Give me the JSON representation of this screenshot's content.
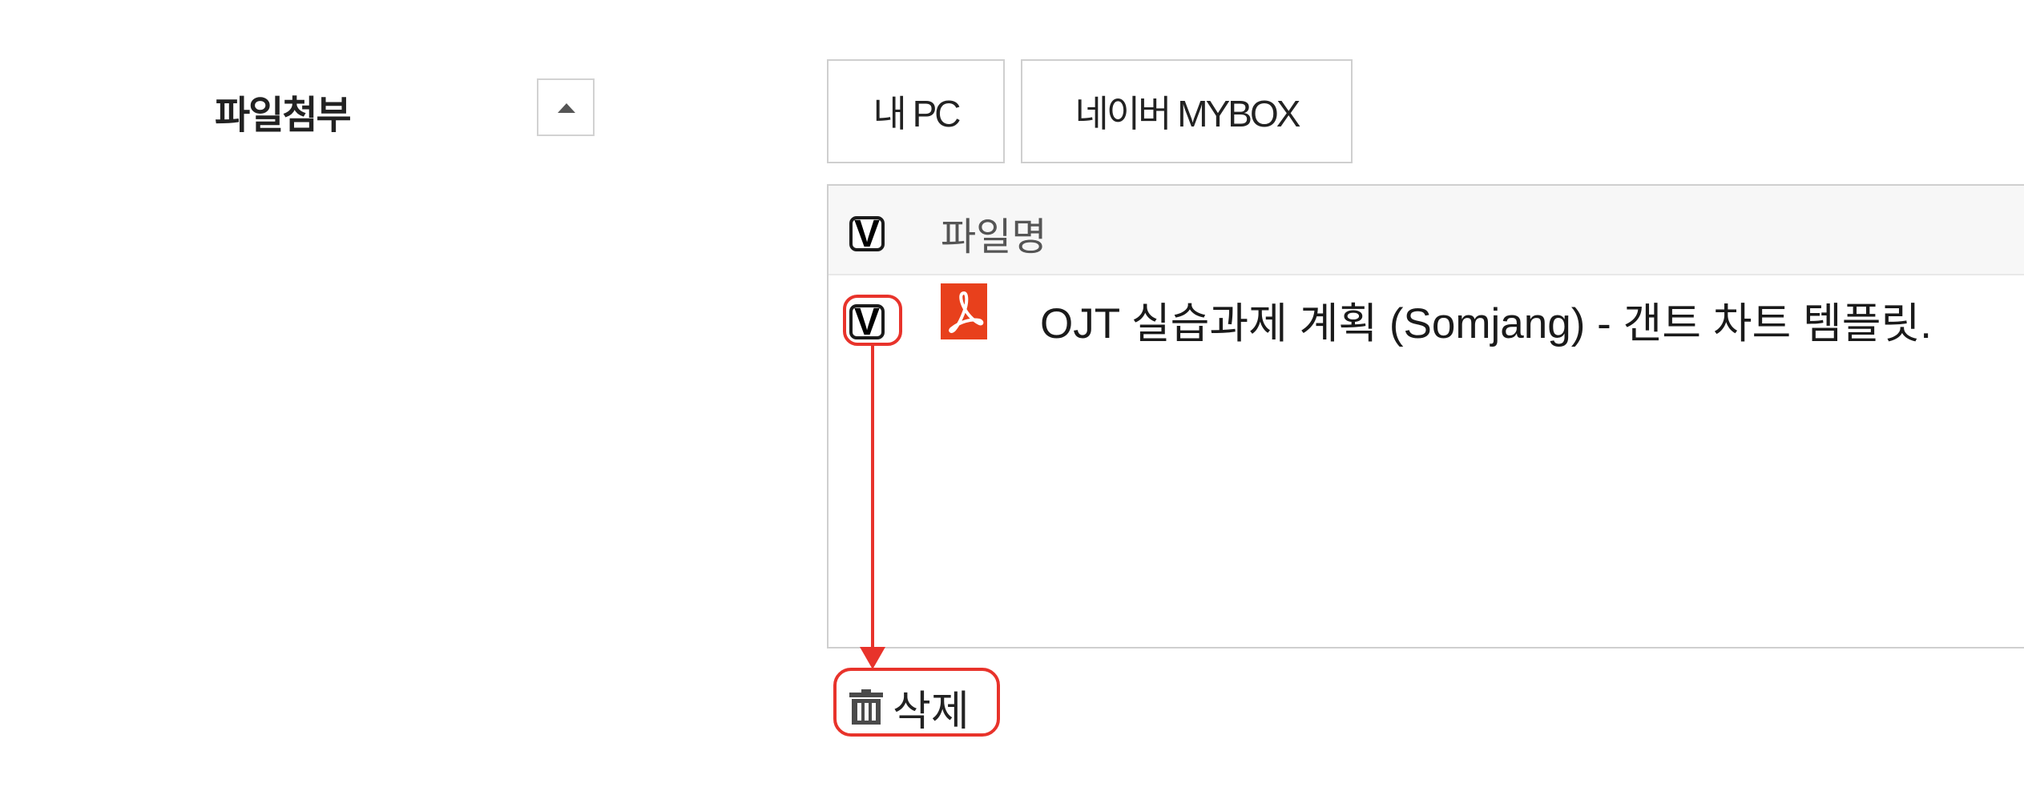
{
  "attachment": {
    "section_label": "파일첨부",
    "collapse_icon": "triangle-up-icon",
    "sources": {
      "pc_label": "내 PC",
      "mybox_label": "네이버 MYBOX"
    },
    "file_list": {
      "header_label": "파일명",
      "header_checked": true,
      "files": [
        {
          "name": "OJT 실습과제 계획 (Somjang) - 갠트 차트 템플릿.",
          "icon": "pdf-file-icon",
          "checked": true
        }
      ]
    },
    "delete": {
      "label": "삭제",
      "icon": "trash-icon"
    }
  },
  "colors": {
    "pdf_icon": "#e8401c",
    "annotation": "#e8332b",
    "border": "#cfcfcf"
  }
}
